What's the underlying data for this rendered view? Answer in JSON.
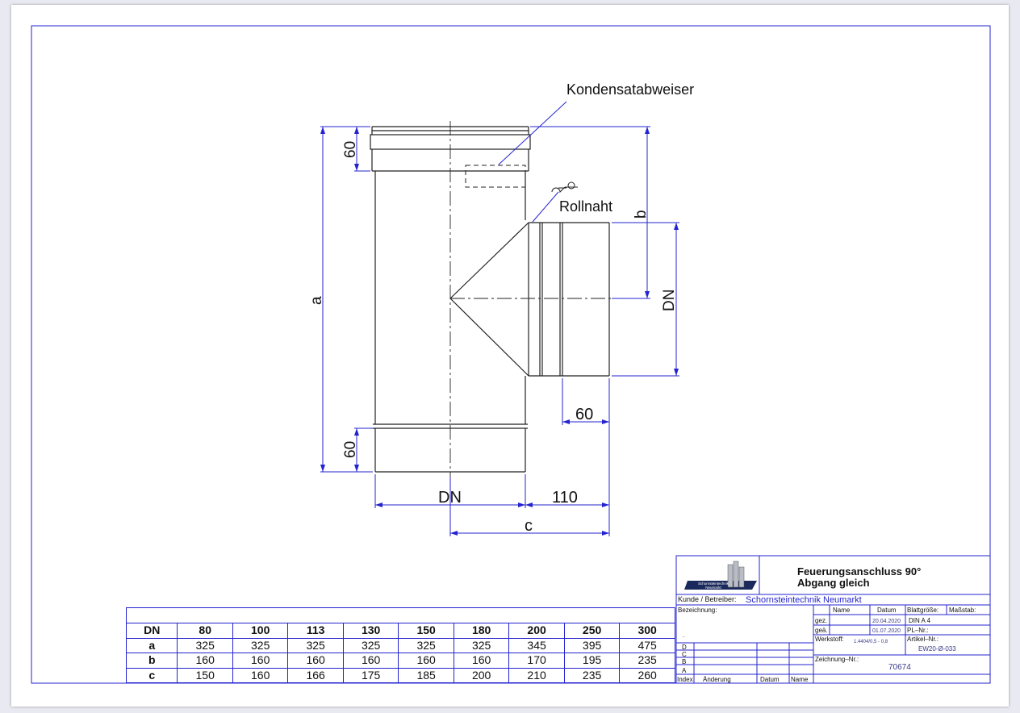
{
  "labels": {
    "kondensat": "Kondensatabweiser",
    "rollnaht": "Rollnaht",
    "dim_60_top": "60",
    "dim_60_bottom": "60",
    "dim_60_branch": "60",
    "dim_a": "a",
    "dim_b": "b",
    "dim_dn_vertical": "DN",
    "dim_dn_horizontal": "DN",
    "dim_110": "110",
    "dim_c": "c"
  },
  "table": {
    "headers": [
      "DN",
      "80",
      "100",
      "113",
      "130",
      "150",
      "180",
      "200",
      "250",
      "300"
    ],
    "rows": [
      {
        "label": "a",
        "values": [
          "325",
          "325",
          "325",
          "325",
          "325",
          "325",
          "345",
          "395",
          "475"
        ]
      },
      {
        "label": "b",
        "values": [
          "160",
          "160",
          "160",
          "160",
          "160",
          "160",
          "170",
          "195",
          "235"
        ]
      },
      {
        "label": "c",
        "values": [
          "150",
          "160",
          "166",
          "175",
          "185",
          "200",
          "210",
          "235",
          "260"
        ]
      }
    ]
  },
  "title_block": {
    "logo_text_1": "Schornsteintechnik",
    "logo_text_2": "Neumarkt",
    "title_line1": "Feuerungsanschluss 90°",
    "title_line2": "Abgang gleich",
    "kunde_label": "Kunde  /  Betreiber:",
    "kunde_value": "Schornsteintechnik Neumarkt",
    "bezeichnung_label": "Bezeichnung:",
    "dot": ".",
    "col_name": "Name",
    "col_datum": "Datum",
    "blattgroesse_label": "Blattgröße:",
    "massstab_label": "Maßstab:",
    "gez_label": "gez.",
    "gez_date": "20.04.2020",
    "blatt_value": "DIN  A  4",
    "gepr_label": "geä.",
    "gepr_date": "01.07.2020",
    "pl_label": "PL–Nr.:",
    "werkstoff_label": "Werkstoff:",
    "werkstoff_value": "1.4404/0,5 - 0,8",
    "artikel_label": "Artikel–Nr.:",
    "artikel_value": "EW20-Ø-033",
    "rev_d": "D",
    "rev_c": "C",
    "rev_b": "B",
    "rev_a": "A",
    "zeichnung_label": "Zeichnung–Nr.:",
    "zeichnung_value": "70674",
    "index_label": "Index",
    "aenderung_label": "Änderung",
    "datum_label": "Datum",
    "name_label": "Name"
  },
  "colors": {
    "frame": "#2323cf",
    "text": "#111111",
    "kunde_value": "#2323cf",
    "small_values": "#3a3a8a"
  }
}
